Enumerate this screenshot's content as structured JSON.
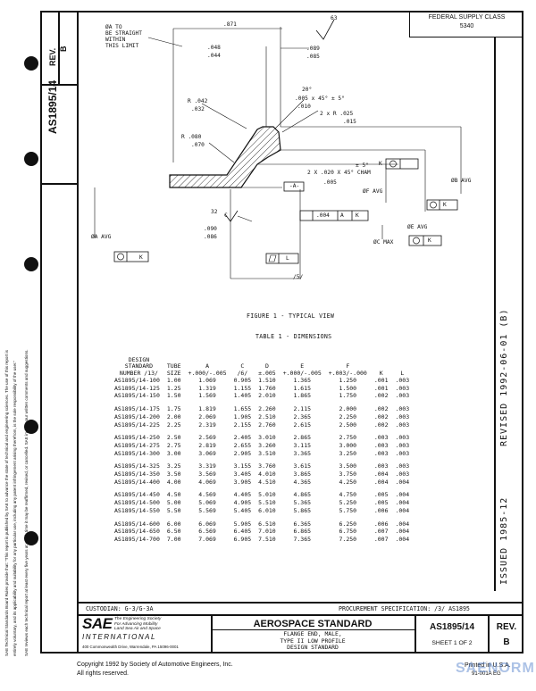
{
  "left_strip": {
    "doc_number": "AS1895/14",
    "rev_label": "REV.",
    "rev_letter": "B",
    "disclaimer_1": "SAE Technical Standards Board Rules provide that: \"This report is published by SAE to advance the state of technical and engineering sciences. The use of this report is",
    "disclaimer_2": "entirely voluntary, and its applicability and suitability for any particular use, including any patent infringement arising therefrom, is the sole responsibility of the user.\"",
    "disclaimer_3": "SAE reviews each technical report at least every five years at which time it may be reaffirmed, revised, or cancelled. SAE invites your written comments and suggestions."
  },
  "federal_supply_class": {
    "label": "FEDERAL SUPPLY CLASS",
    "value": "5340"
  },
  "right_strip": {
    "revised": "REVISED 1992-06-01",
    "revised_rev": "B",
    "issued": "ISSUED 1985-12"
  },
  "drawing": {
    "notes": [
      "ØA TO",
      "BE STRAIGHT",
      "WITHIN",
      "THIS LIMIT"
    ],
    "dim_871": ".871",
    "surface_63": "63",
    "d048": ".048",
    "d044": ".044",
    "d089": ".089",
    "d085": ".085",
    "angle_20": "20°",
    "chamfer1": ".005 x 45° ± 5°",
    "d010": ".010",
    "radius2": "2 x R .025",
    "d015": ".015",
    "r042": "R .042",
    "r032": ".032",
    "r080": "R .080",
    "r070": ".070",
    "angle_5": "± 5°",
    "chamfer2": "2 X .020 X 45° CHAM",
    "d005": ".005",
    "datum_a": "-A-",
    "phiF_avg": "ØF AVG",
    "phiB_avg": "ØB AVG",
    "phiE_avg": "ØE AVG",
    "phiC_max": "ØC MAX",
    "phiA_avg": "ØA AVG",
    "c32": "32",
    "c_sym": "C",
    "d090": ".090",
    "d086": ".086",
    "fc_004": ".004",
    "fc_A": "A",
    "fc_K": "K",
    "fc_L": "L",
    "slash5": "/5/",
    "figure_caption": "FIGURE 1 - TYPICAL VIEW"
  },
  "table": {
    "caption": "TABLE 1 - DIMENSIONS",
    "headers": [
      [
        "DESIGN",
        "STANDARD",
        "NUMBER /13/"
      ],
      [
        "TUBE",
        "SIZE"
      ],
      [
        "A",
        "+.000/-.005"
      ],
      [
        "C",
        "/6/"
      ],
      [
        "D",
        "±.005"
      ],
      [
        "E",
        "+.000/-.005"
      ],
      [
        "F",
        "+.003/-.000"
      ],
      [
        "K"
      ],
      [
        "L"
      ]
    ],
    "rows": [
      [
        "AS1895/14-100",
        "1.00",
        "1.069",
        "0.905",
        "1.510",
        "1.365",
        "1.250",
        ".001",
        ".003"
      ],
      [
        "AS1895/14-125",
        "1.25",
        "1.319",
        "1.155",
        "1.760",
        "1.615",
        "1.500",
        ".001",
        ".003"
      ],
      [
        "AS1895/14-150",
        "1.50",
        "1.569",
        "1.405",
        "2.010",
        "1.865",
        "1.750",
        ".002",
        ".003"
      ],
      [
        "AS1895/14-175",
        "1.75",
        "1.819",
        "1.655",
        "2.260",
        "2.115",
        "2.000",
        ".002",
        ".003"
      ],
      [
        "AS1895/14-200",
        "2.00",
        "2.069",
        "1.905",
        "2.510",
        "2.365",
        "2.250",
        ".002",
        ".003"
      ],
      [
        "AS1895/14-225",
        "2.25",
        "2.319",
        "2.155",
        "2.760",
        "2.615",
        "2.500",
        ".002",
        ".003"
      ],
      [
        "AS1895/14-250",
        "2.50",
        "2.569",
        "2.405",
        "3.010",
        "2.865",
        "2.750",
        ".003",
        ".003"
      ],
      [
        "AS1895/14-275",
        "2.75",
        "2.819",
        "2.655",
        "3.260",
        "3.115",
        "3.000",
        ".003",
        ".003"
      ],
      [
        "AS1895/14-300",
        "3.00",
        "3.069",
        "2.905",
        "3.510",
        "3.365",
        "3.250",
        ".003",
        ".003"
      ],
      [
        "AS1895/14-325",
        "3.25",
        "3.319",
        "3.155",
        "3.760",
        "3.615",
        "3.500",
        ".003",
        ".003"
      ],
      [
        "AS1895/14-350",
        "3.50",
        "3.569",
        "3.405",
        "4.010",
        "3.865",
        "3.750",
        ".004",
        ".003"
      ],
      [
        "AS1895/14-400",
        "4.00",
        "4.069",
        "3.905",
        "4.510",
        "4.365",
        "4.250",
        ".004",
        ".004"
      ],
      [
        "AS1895/14-450",
        "4.50",
        "4.569",
        "4.405",
        "5.010",
        "4.865",
        "4.750",
        ".005",
        ".004"
      ],
      [
        "AS1895/14-500",
        "5.00",
        "5.069",
        "4.905",
        "5.510",
        "5.365",
        "5.250",
        ".005",
        ".004"
      ],
      [
        "AS1895/14-550",
        "5.50",
        "5.569",
        "5.405",
        "6.010",
        "5.865",
        "5.750",
        ".006",
        ".004"
      ],
      [
        "AS1895/14-600",
        "6.00",
        "6.069",
        "5.905",
        "6.510",
        "6.365",
        "6.250",
        ".006",
        ".004"
      ],
      [
        "AS1895/14-650",
        "6.50",
        "6.569",
        "6.405",
        "7.010",
        "6.865",
        "6.750",
        ".007",
        ".004"
      ],
      [
        "AS1895/14-700",
        "7.00",
        "7.069",
        "6.905",
        "7.510",
        "7.365",
        "7.250",
        ".007",
        ".004"
      ]
    ]
  },
  "title_block": {
    "custodian": "CUSTODIAN:  G-3/G-3A",
    "procurement": "PROCUREMENT SPECIFICATION:  /3/  AS1895",
    "sae_logo": "SAE",
    "sae_tag1": "The Engineering Society",
    "sae_tag2": "For Advancing Mobility",
    "sae_tag3": "Land Sea Air and Space",
    "international": "INTERNATIONAL",
    "address": "400 Commonwealth Drive, Warrendale, PA 15096-0001",
    "std_title": "AEROSPACE STANDARD",
    "desc1": "FLANGE END, MALE,",
    "desc2": "TYPE II LOW PROFILE",
    "desc3": "DESIGN STANDARD",
    "doc_number": "AS1895/14",
    "sheet": "SHEET 1 OF 2",
    "rev_label": "REV.",
    "rev_letter": "B"
  },
  "footer": {
    "copyright": "Copyright 1992  by Society of Automotive Engineers, Inc.",
    "rights": "All rights reserved.",
    "printed": "Printed in U.S.A.",
    "form_code": "91-001A EG",
    "watermark": "SAENORM"
  }
}
